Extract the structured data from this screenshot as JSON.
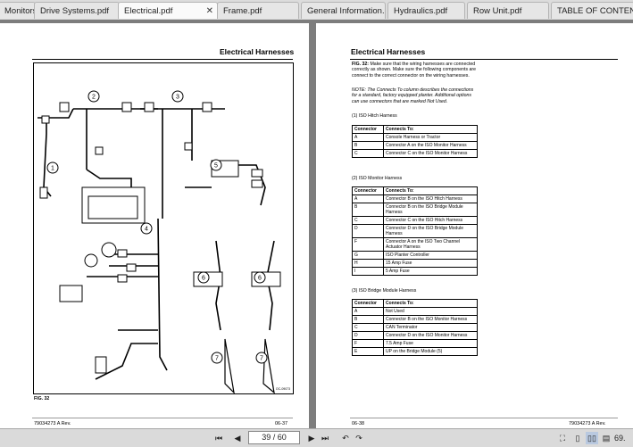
{
  "tabs": [
    {
      "label": "Monitors..."
    },
    {
      "label": "Drive Systems.pdf"
    },
    {
      "label": "Electrical.pdf",
      "active": true
    },
    {
      "label": "Frame.pdf"
    },
    {
      "label": "General Information.pdf"
    },
    {
      "label": "Hydraulics.pdf"
    },
    {
      "label": "Row Unit.pdf"
    },
    {
      "label": "TABLE OF CONTENT..."
    }
  ],
  "left_page": {
    "title": "Electrical Harnesses",
    "fig_label": "FIG. 32",
    "footer_left": "79034273 A Rev.",
    "footer_right": "06-37",
    "callouts": [
      "1",
      "2",
      "3",
      "4",
      "5",
      "6",
      "6",
      "7",
      "7"
    ],
    "drawing_id": "OC-09073"
  },
  "right_page": {
    "title": "Electrical Harnesses",
    "fig_text_bold": "FIG. 32:",
    "fig_text": "Make sure that the wiring harnesses are connected correctly as shown. Make sure the following components are connect to the correct connector on the wiring harnesses.",
    "note_label": "NOTE:",
    "note_text": "The Connects To column describes the connections for a standard, factory equipped planter. Additional options can use connectors that are marked Not Used.",
    "section1": "(1)    ISO Hitch Harness",
    "section2": "(2)    ISO Monitor Harness",
    "section3": "(3)    ISO Bridge Module Harness",
    "col_connector": "Connector",
    "col_connects": "Connects To:",
    "table1": [
      [
        "A",
        "Console Harness or Tractor"
      ],
      [
        "B",
        "Connector A on the ISO Monitor Harness"
      ],
      [
        "C",
        "Connector C on the ISO Monitor Harness"
      ]
    ],
    "table2": [
      [
        "A",
        "Connector B on the ISO Hitch Harness"
      ],
      [
        "B",
        "Connector B on the ISO Bridge Module Harness"
      ],
      [
        "C",
        "Connector C on the ISO Hitch Harness"
      ],
      [
        "D",
        "Connector D on the ISO Bridge Module Harness"
      ],
      [
        "F",
        "Connector A on the ISO Two Channel Actuator Harness"
      ],
      [
        "G",
        "ISO Planter Controller"
      ],
      [
        "H",
        "15 Amp Fuse"
      ],
      [
        "I",
        "5 Amp Fuse"
      ]
    ],
    "table3": [
      [
        "A",
        "Not Used"
      ],
      [
        "B",
        "Connector B on the ISO Monitor Harness"
      ],
      [
        "C",
        "CAN Terminator"
      ],
      [
        "D",
        "Connector D on the ISO Monitor Harness"
      ],
      [
        "F",
        "7.5 Amp Fuse"
      ],
      [
        "E",
        "UP on the Bridge Module (5)"
      ]
    ],
    "footer_left": "06-38",
    "footer_right": "79034273 A Rev."
  },
  "statusbar": {
    "page_value": "39 / 60",
    "zoom": "69."
  }
}
